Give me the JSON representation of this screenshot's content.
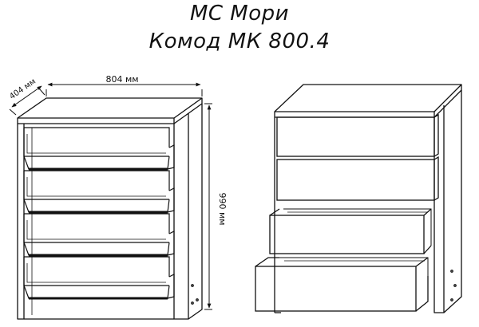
{
  "header": {
    "brand": "МС Мори",
    "product": "Комод МК 800.4"
  },
  "dimensions": {
    "width": "804 мм",
    "depth": "404 мм",
    "height": "990 мм"
  },
  "colors": {
    "line": "#111111",
    "background": "#ffffff"
  }
}
